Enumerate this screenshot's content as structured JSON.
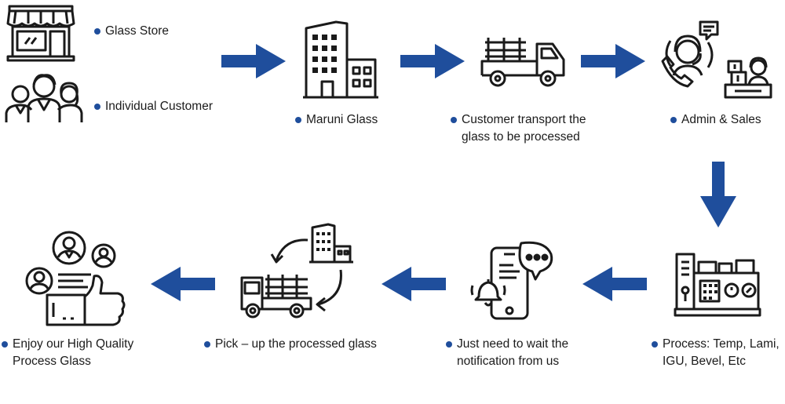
{
  "colors": {
    "accent": "#1f4e9c",
    "ink": "#1a1a1a"
  },
  "steps": [
    {
      "id": "glass-store",
      "lines": [
        "Glass Store"
      ],
      "icon": "storefront-icon"
    },
    {
      "id": "individual-customer",
      "lines": [
        "Individual Customer"
      ],
      "icon": "people-group-icon"
    },
    {
      "id": "maruni-glass",
      "lines": [
        "Maruni Glass"
      ],
      "icon": "office-building-icon"
    },
    {
      "id": "customer-transport",
      "lines": [
        "Customer transport the",
        "glass to be processed"
      ],
      "icon": "glass-truck-icon"
    },
    {
      "id": "admin-sales",
      "lines": [
        "Admin & Sales"
      ],
      "icon": "customer-service-icon"
    },
    {
      "id": "process",
      "lines": [
        "Process: Temp, Lami,",
        "IGU, Bevel, Etc"
      ],
      "icon": "processing-machine-icon"
    },
    {
      "id": "wait-notification",
      "lines": [
        "Just need to wait the",
        "notification from us"
      ],
      "icon": "phone-notification-icon"
    },
    {
      "id": "pick-up",
      "lines": [
        "Pick – up the processed glass"
      ],
      "icon": "pickup-cycle-icon"
    },
    {
      "id": "enjoy",
      "lines": [
        "Enjoy our High Quality",
        "Process Glass"
      ],
      "icon": "satisfied-customers-icon"
    }
  ]
}
